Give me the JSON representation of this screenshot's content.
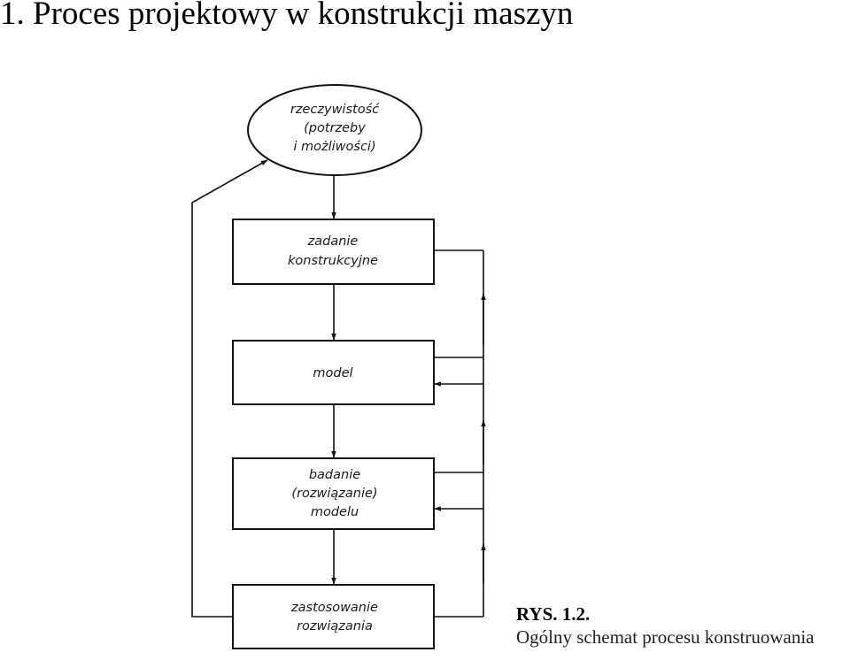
{
  "title": "1. Proces projektowy w konstrukcji maszyn",
  "diagram": {
    "nodes": [
      {
        "id": "reality",
        "shape": "ellipse",
        "lines": [
          "rzeczywistość",
          "(potrzeby",
          "i możliwości)"
        ]
      },
      {
        "id": "task",
        "shape": "box",
        "lines": [
          "zadanie",
          "konstrukcyjne"
        ]
      },
      {
        "id": "model",
        "shape": "box",
        "lines": [
          "model"
        ]
      },
      {
        "id": "study",
        "shape": "box",
        "lines": [
          "badanie",
          "(rozwiązanie)",
          "modelu"
        ]
      },
      {
        "id": "apply",
        "shape": "box",
        "lines": [
          "zastosowanie",
          "rozwiązania"
        ]
      }
    ]
  },
  "caption": {
    "label": "RYS. 1.2.",
    "text": "Ogólny schemat procesu konstruowania"
  }
}
